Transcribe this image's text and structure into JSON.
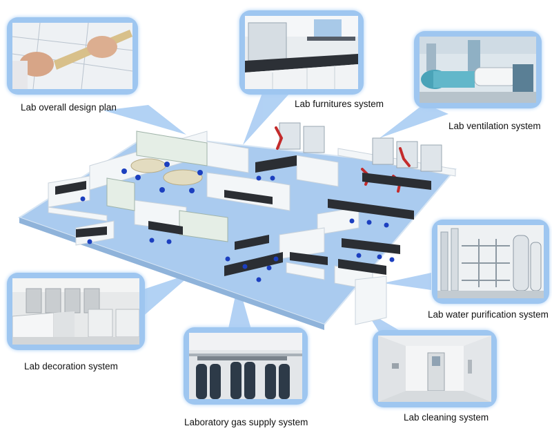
{
  "diagram": {
    "callouts": [
      {
        "id": "design",
        "label": "Lab overall design plan",
        "icon": "design-plan-photo"
      },
      {
        "id": "furniture",
        "label": "Lab furnitures system",
        "icon": "lab-bench-photo"
      },
      {
        "id": "ventilation",
        "label": "Lab ventilation system",
        "icon": "ventilation-ducts-photo"
      },
      {
        "id": "water",
        "label": "Lab water purification system",
        "icon": "water-purification-photo"
      },
      {
        "id": "decoration",
        "label": "Lab  decoration system",
        "icon": "lab-partition-photo"
      },
      {
        "id": "gas",
        "label": "Laboratory gas supply system",
        "icon": "gas-cylinders-photo"
      },
      {
        "id": "cleaning",
        "label": "Lab cleaning system",
        "icon": "clean-room-photo"
      }
    ],
    "colors": {
      "frame": "#9ec6f0",
      "floor": "#aacbef",
      "wall": "#f3f6f8",
      "bench": "#2b2e33",
      "chair": "#1c3fbf",
      "hood_accent": "#c42b2b"
    }
  }
}
